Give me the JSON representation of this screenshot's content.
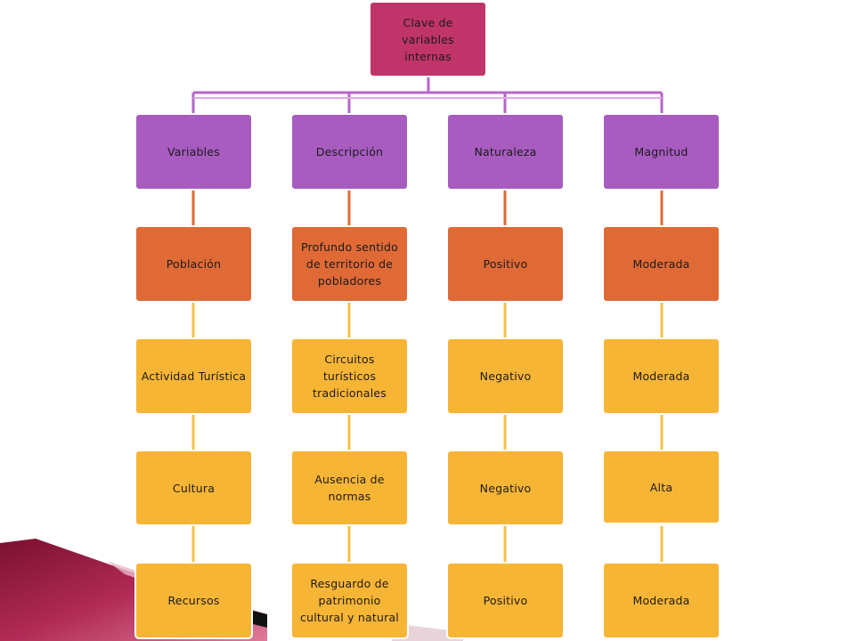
{
  "root": {
    "label": "Clave de variables internas"
  },
  "columns": [
    {
      "header": "Variables",
      "items": [
        "Población",
        "Actividad Turística",
        "Cultura",
        "Recursos"
      ]
    },
    {
      "header": "Descripción",
      "items": [
        "Profundo sentido de territorio de pobladores",
        "Circuitos turísticos tradicionales",
        "Ausencia de normas",
        "Resguardo de patrimonio cultural y natural"
      ]
    },
    {
      "header": "Naturaleza",
      "items": [
        "Positivo",
        "Negativo",
        "Negativo",
        "Positivo"
      ]
    },
    {
      "header": "Magnitud",
      "items": [
        "Moderada",
        "Moderada",
        "Alta",
        "Moderada"
      ]
    }
  ],
  "colors": {
    "root": "#c0346a",
    "header": "#a85cc0",
    "level1": "#df6a36",
    "level_rest": "#f7b536"
  }
}
